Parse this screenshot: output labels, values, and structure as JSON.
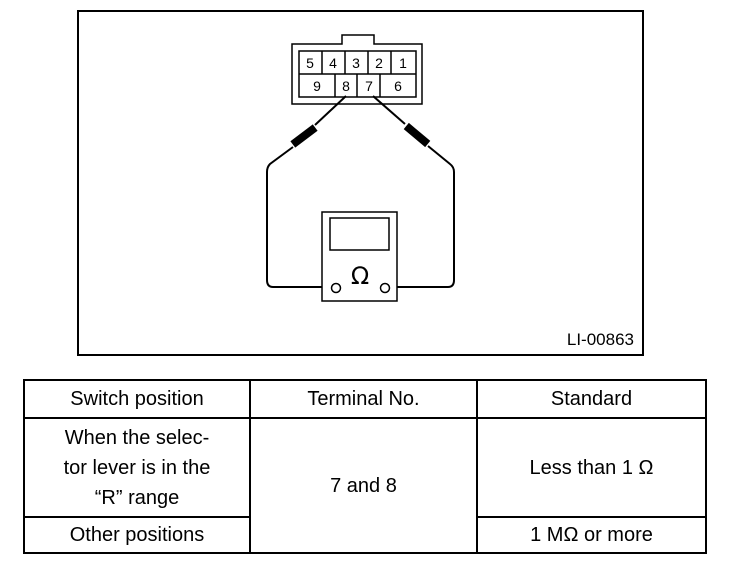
{
  "diagram": {
    "figure_id": "LI-00863",
    "connector": {
      "top_row": [
        "5",
        "4",
        "3",
        "2",
        "1"
      ],
      "bottom_row": [
        "9",
        "8",
        "7",
        "6"
      ]
    },
    "meter_symbol": "Ω"
  },
  "table": {
    "headers": [
      "Switch position",
      "Terminal No.",
      "Standard"
    ],
    "rows": [
      {
        "position": "When the selec-\ntor lever is in the\n“R” range",
        "terminal": "7 and 8",
        "standard": "Less than 1 Ω"
      },
      {
        "position": "Other positions",
        "terminal": "7 and 8",
        "standard": "1 MΩ or more"
      }
    ]
  }
}
